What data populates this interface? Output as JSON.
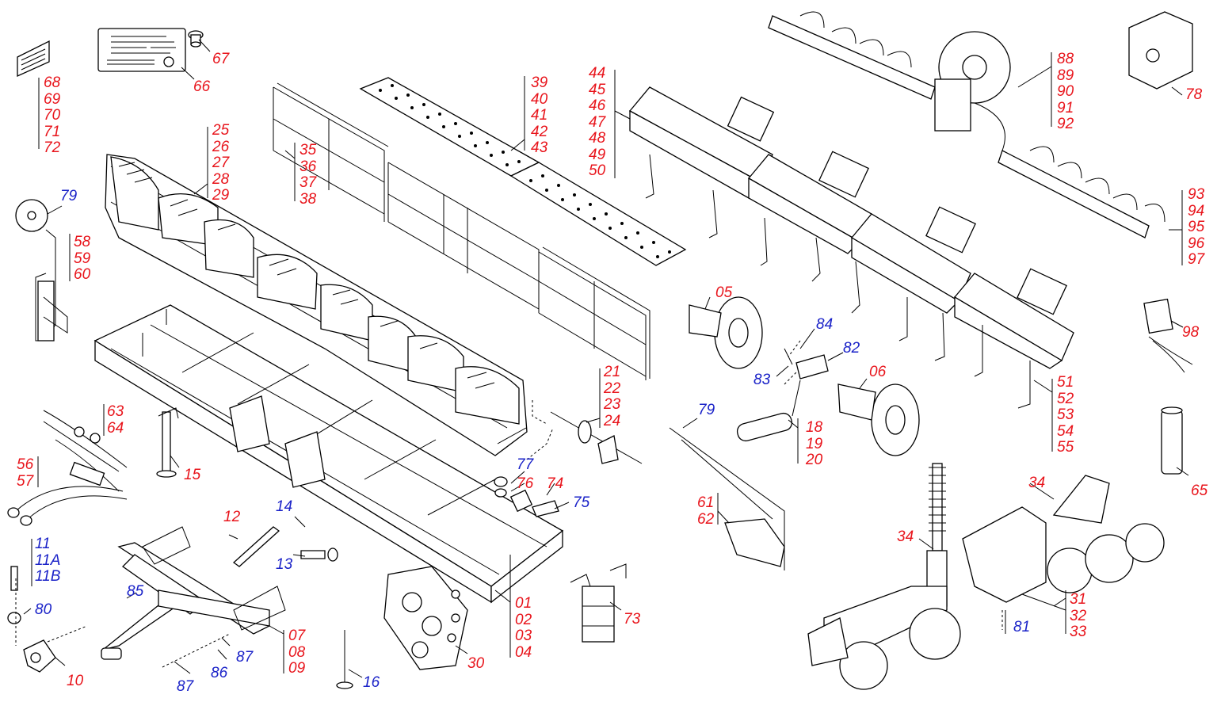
{
  "colors": {
    "red_callout": "#e8141b",
    "blue_callout": "#1a22c8",
    "lines": "#000000"
  },
  "callouts": {
    "c01_04": [
      "01",
      "02",
      "03",
      "04"
    ],
    "c05": "05",
    "c06": "06",
    "c07_09": [
      "07",
      "08",
      "09"
    ],
    "c10": "10",
    "c11": [
      "11",
      "11A",
      "11B"
    ],
    "c12": "12",
    "c13": "13",
    "c14": "14",
    "c15": "15",
    "c16": "16",
    "c18_20": [
      "18",
      "19",
      "20"
    ],
    "c21_24": [
      "21",
      "22",
      "23",
      "24"
    ],
    "c25_29": [
      "25",
      "26",
      "27",
      "28",
      "29"
    ],
    "c30": "30",
    "c31_33": [
      "31",
      "32",
      "33"
    ],
    "c34_left": "34",
    "c34_right": "34",
    "c35_38": [
      "35",
      "36",
      "37",
      "38"
    ],
    "c39_43": [
      "39",
      "40",
      "41",
      "42",
      "43"
    ],
    "c44_50": [
      "44",
      "45",
      "46",
      "47",
      "48",
      "49",
      "50"
    ],
    "c51_55": [
      "51",
      "52",
      "53",
      "54",
      "55"
    ],
    "c56_57": [
      "56",
      "57"
    ],
    "c58_60": [
      "58",
      "59",
      "60"
    ],
    "c61_62": [
      "61",
      "62"
    ],
    "c63_64": [
      "63",
      "64"
    ],
    "c65": "65",
    "c66": "66",
    "c67": "67",
    "c68_72": [
      "68",
      "69",
      "70",
      "71",
      "72"
    ],
    "c73": "73",
    "c74": "74",
    "c75": "75",
    "c76": "76",
    "c77": "77",
    "c78": "78",
    "c79_left": "79",
    "c79_mid": "79",
    "c80": "80",
    "c81": "81",
    "c82": "82",
    "c83": "83",
    "c84": "84",
    "c85": "85",
    "c86": "86",
    "c87_a": "87",
    "c87_b": "87",
    "c88_92": [
      "88",
      "89",
      "90",
      "91",
      "92"
    ],
    "c93_97": [
      "93",
      "94",
      "95",
      "96",
      "97"
    ],
    "c98": "98"
  }
}
